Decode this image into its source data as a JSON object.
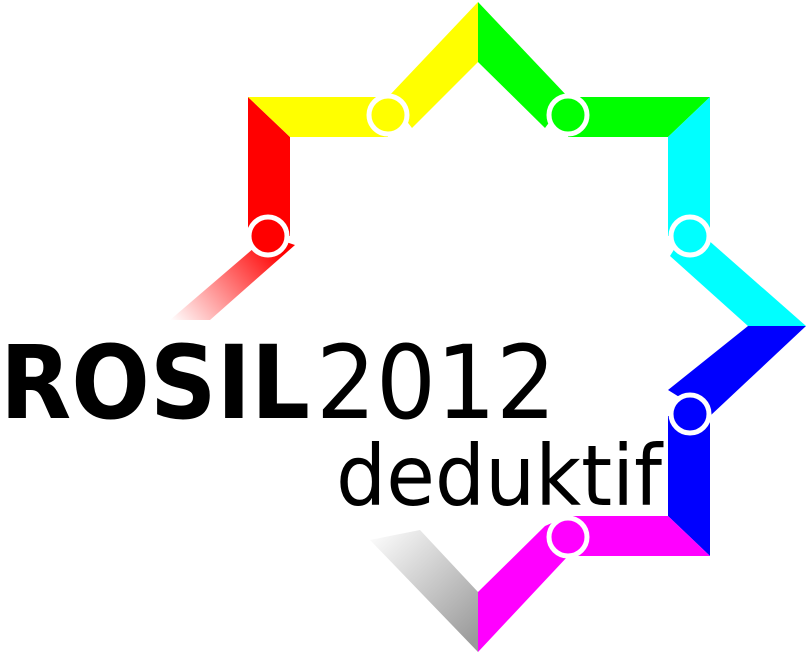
{
  "logo": {
    "name_bold": "ROSIL",
    "year": "2012",
    "subtitle": "deduktif",
    "colors": {
      "red": "#ff0000",
      "yellow": "#ffff00",
      "green": "#00ff00",
      "cyan": "#00ffff",
      "blue": "#0000ff",
      "magenta": "#ff00ff",
      "gray": "#9a9a9a",
      "text": "#000000",
      "background": "#ffffff"
    }
  }
}
